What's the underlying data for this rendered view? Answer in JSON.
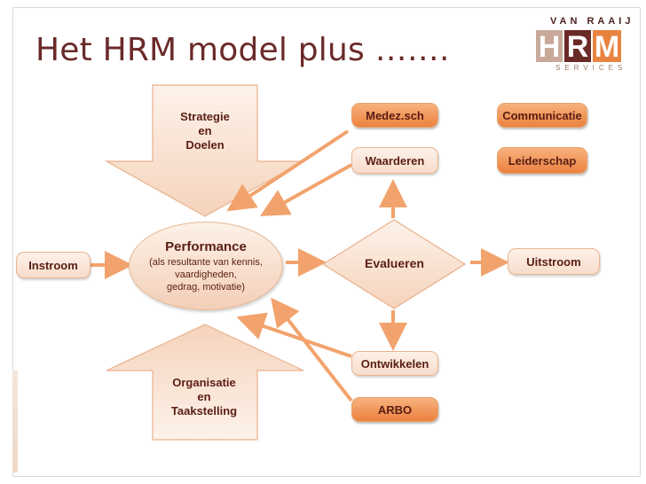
{
  "slide": {
    "title": "Het HRM model plus …….",
    "logo": {
      "top": "VAN RAAIJ",
      "letters": [
        "H",
        "R",
        "M"
      ],
      "sub": "SERVICES"
    }
  },
  "diagram": {
    "strategie": [
      "Strategie",
      "en",
      "Doelen"
    ],
    "organisatie": [
      "Organisatie",
      "en",
      "Taakstelling"
    ],
    "performance": {
      "title": "Performance",
      "lines": [
        "(als resultante van kennis,",
        "vaardigheden,",
        "gedrag, motivatie)"
      ]
    },
    "instroom": "Instroom",
    "evalueren": "Evalueren",
    "uitstroom": "Uitstroom",
    "medezsch": "Medez.sch",
    "waarderen": "Waarderen",
    "communicatie": "Communicatie",
    "leiderschap": "Leiderschap",
    "ontwikkelen": "Ontwikkelen",
    "arbo": "ARBO"
  },
  "colors": {
    "accent_orange": "#ec8140",
    "arrow": "#f2a36d",
    "text_dark": "#5a1d14",
    "title": "#6b2a2a"
  }
}
